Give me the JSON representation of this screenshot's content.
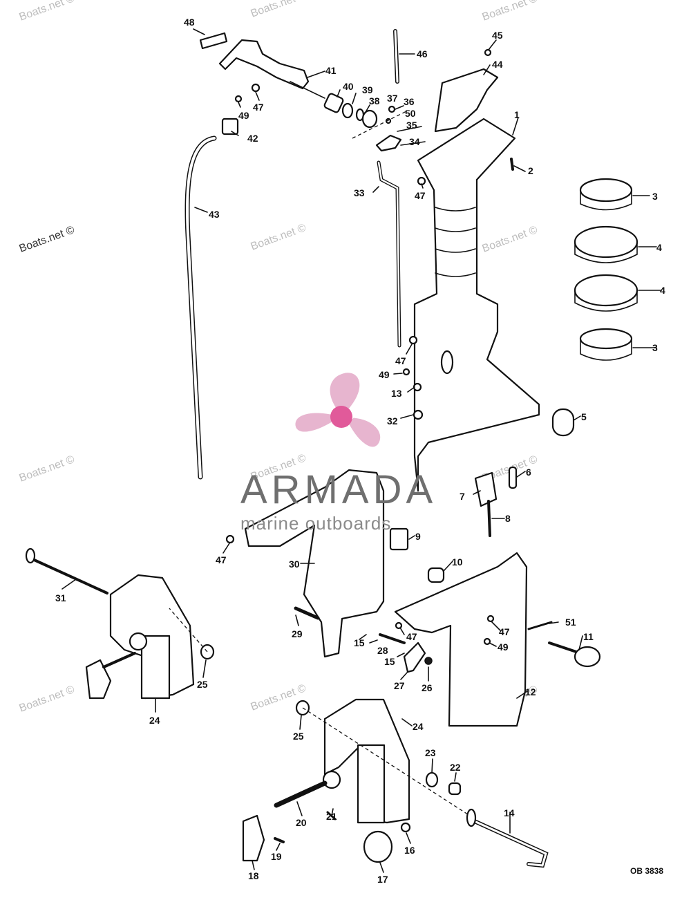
{
  "watermark": {
    "text": "Boats.net ©"
  },
  "brand": {
    "name": "ARMADA",
    "tagline": "marine outboards",
    "logo_color": "#e7b5cf",
    "logo_hub_color": "#e15a9a"
  },
  "drawing_ref": "OB 3838",
  "callouts": [
    "1",
    "2",
    "3",
    "3",
    "4",
    "4",
    "5",
    "6",
    "7",
    "8",
    "9",
    "10",
    "11",
    "12",
    "13",
    "14",
    "15",
    "15",
    "16",
    "17",
    "18",
    "19",
    "20",
    "21",
    "22",
    "23",
    "24",
    "24",
    "25",
    "25",
    "26",
    "27",
    "28",
    "29",
    "30",
    "31",
    "32",
    "33",
    "34",
    "35",
    "36",
    "37",
    "38",
    "39",
    "40",
    "41",
    "42",
    "43",
    "44",
    "45",
    "46",
    "47",
    "47",
    "47",
    "47",
    "47",
    "48",
    "49",
    "49",
    "49",
    "50",
    "51"
  ]
}
